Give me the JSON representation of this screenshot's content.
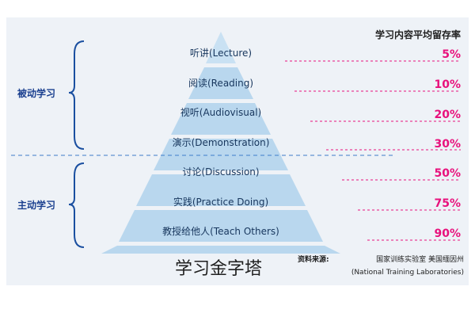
{
  "rate_title": "学习内容平均留存率",
  "groups": [
    {
      "label": "被动学习"
    },
    {
      "label": "主动学习"
    }
  ],
  "levels": [
    {
      "label": "听讲(Lecture)",
      "rate": "5%"
    },
    {
      "label": "阅读(Reading)",
      "rate": "10%"
    },
    {
      "label": "视听(Audiovisual)",
      "rate": "20%"
    },
    {
      "label": "演示(Demonstration)",
      "rate": "30%"
    },
    {
      "label": "讨论(Discussion)",
      "rate": "50%"
    },
    {
      "label": "实践(Practice Doing)",
      "rate": "75%"
    },
    {
      "label": "教授给他人(Teach Others)",
      "rate": "90%"
    }
  ],
  "main_title": "学习金字塔",
  "source": {
    "label": "资料来源:",
    "line1": "国家训练实验室  美国缅因州",
    "line2": "(National Training Laboratories)"
  },
  "colors": {
    "tier": "#b9d7ee",
    "apex": "#c9e1f3",
    "bracket": "#1a4fa0",
    "guide": "#e8117c",
    "divider": "#3d7cc9",
    "percent": "#e8117c"
  }
}
